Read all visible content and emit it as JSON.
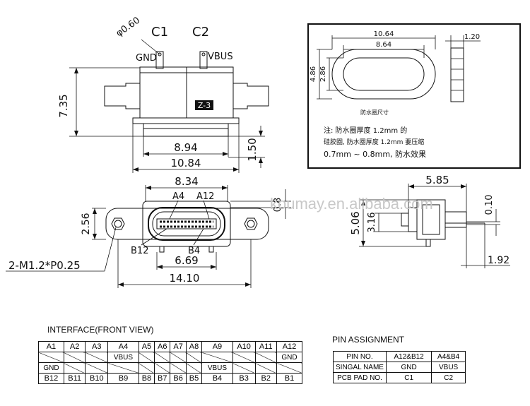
{
  "top_view": {
    "dia": "φ0.60",
    "c1": "C1",
    "c2": "C2",
    "gnd": "GND",
    "vbus": "VBUS",
    "logo": "Z-3",
    "d_7_35": "7.35",
    "d_8_94": "8.94",
    "d_1_50": "1.50",
    "d_10_84": "10.84"
  },
  "seal_box": {
    "d_10_64": "10.64",
    "d_8_64": "8.64",
    "d_1_20": "1.20",
    "d_4_86": "4.86",
    "d_2_86": "2.86",
    "caption": "防水圈尺寸",
    "note1": "注: 防水圈厚度 1.2mm 的",
    "note2": "硅胶圈, 防水圈厚度 1.2mm 要压缩",
    "note3": "0.7mm ~ 0.8mm, 防水效果"
  },
  "front_view": {
    "d_8_34": "8.34",
    "a4": "A4",
    "a12": "A12",
    "d_0_8": "0.8",
    "d_2_56": "2.56",
    "b12": "B12",
    "b4": "B4",
    "d_6_69": "6.69",
    "screw": "2-M1.2*P0.25",
    "d_14_10": "14.10"
  },
  "side_view": {
    "d_5_85": "5.85",
    "d_0_10": "0.10",
    "d_5_06": "5.06",
    "d_3_16": "3.16",
    "d_1_92": "1.92"
  },
  "watermark": "koumay.en.alibaba.com",
  "interface": {
    "title": "INTERFACE(FRONT VIEW)",
    "row_a": [
      "A1",
      "A2",
      "A3",
      "A4",
      "A5",
      "A6",
      "A7",
      "A8",
      "A9",
      "A10",
      "A11",
      "A12"
    ],
    "row_mid_left": [
      "GND",
      "",
      "",
      "VBUS",
      "",
      "",
      "",
      "",
      "VBUS",
      "",
      "",
      "GND"
    ],
    "row_b": [
      "B12",
      "B11",
      "B10",
      "B9",
      "B8",
      "B7",
      "B6",
      "B5",
      "B4",
      "B3",
      "B2",
      "B1"
    ]
  },
  "pin_assignment": {
    "title": "PIN ASSIGNMENT",
    "headers": [
      "PIN NO.",
      "A12&B12",
      "A4&B4"
    ],
    "row1": [
      "SINGAL NAME",
      "GND",
      "VBUS"
    ],
    "row2": [
      "PCB PAD NO.",
      "C1",
      "C2"
    ]
  }
}
